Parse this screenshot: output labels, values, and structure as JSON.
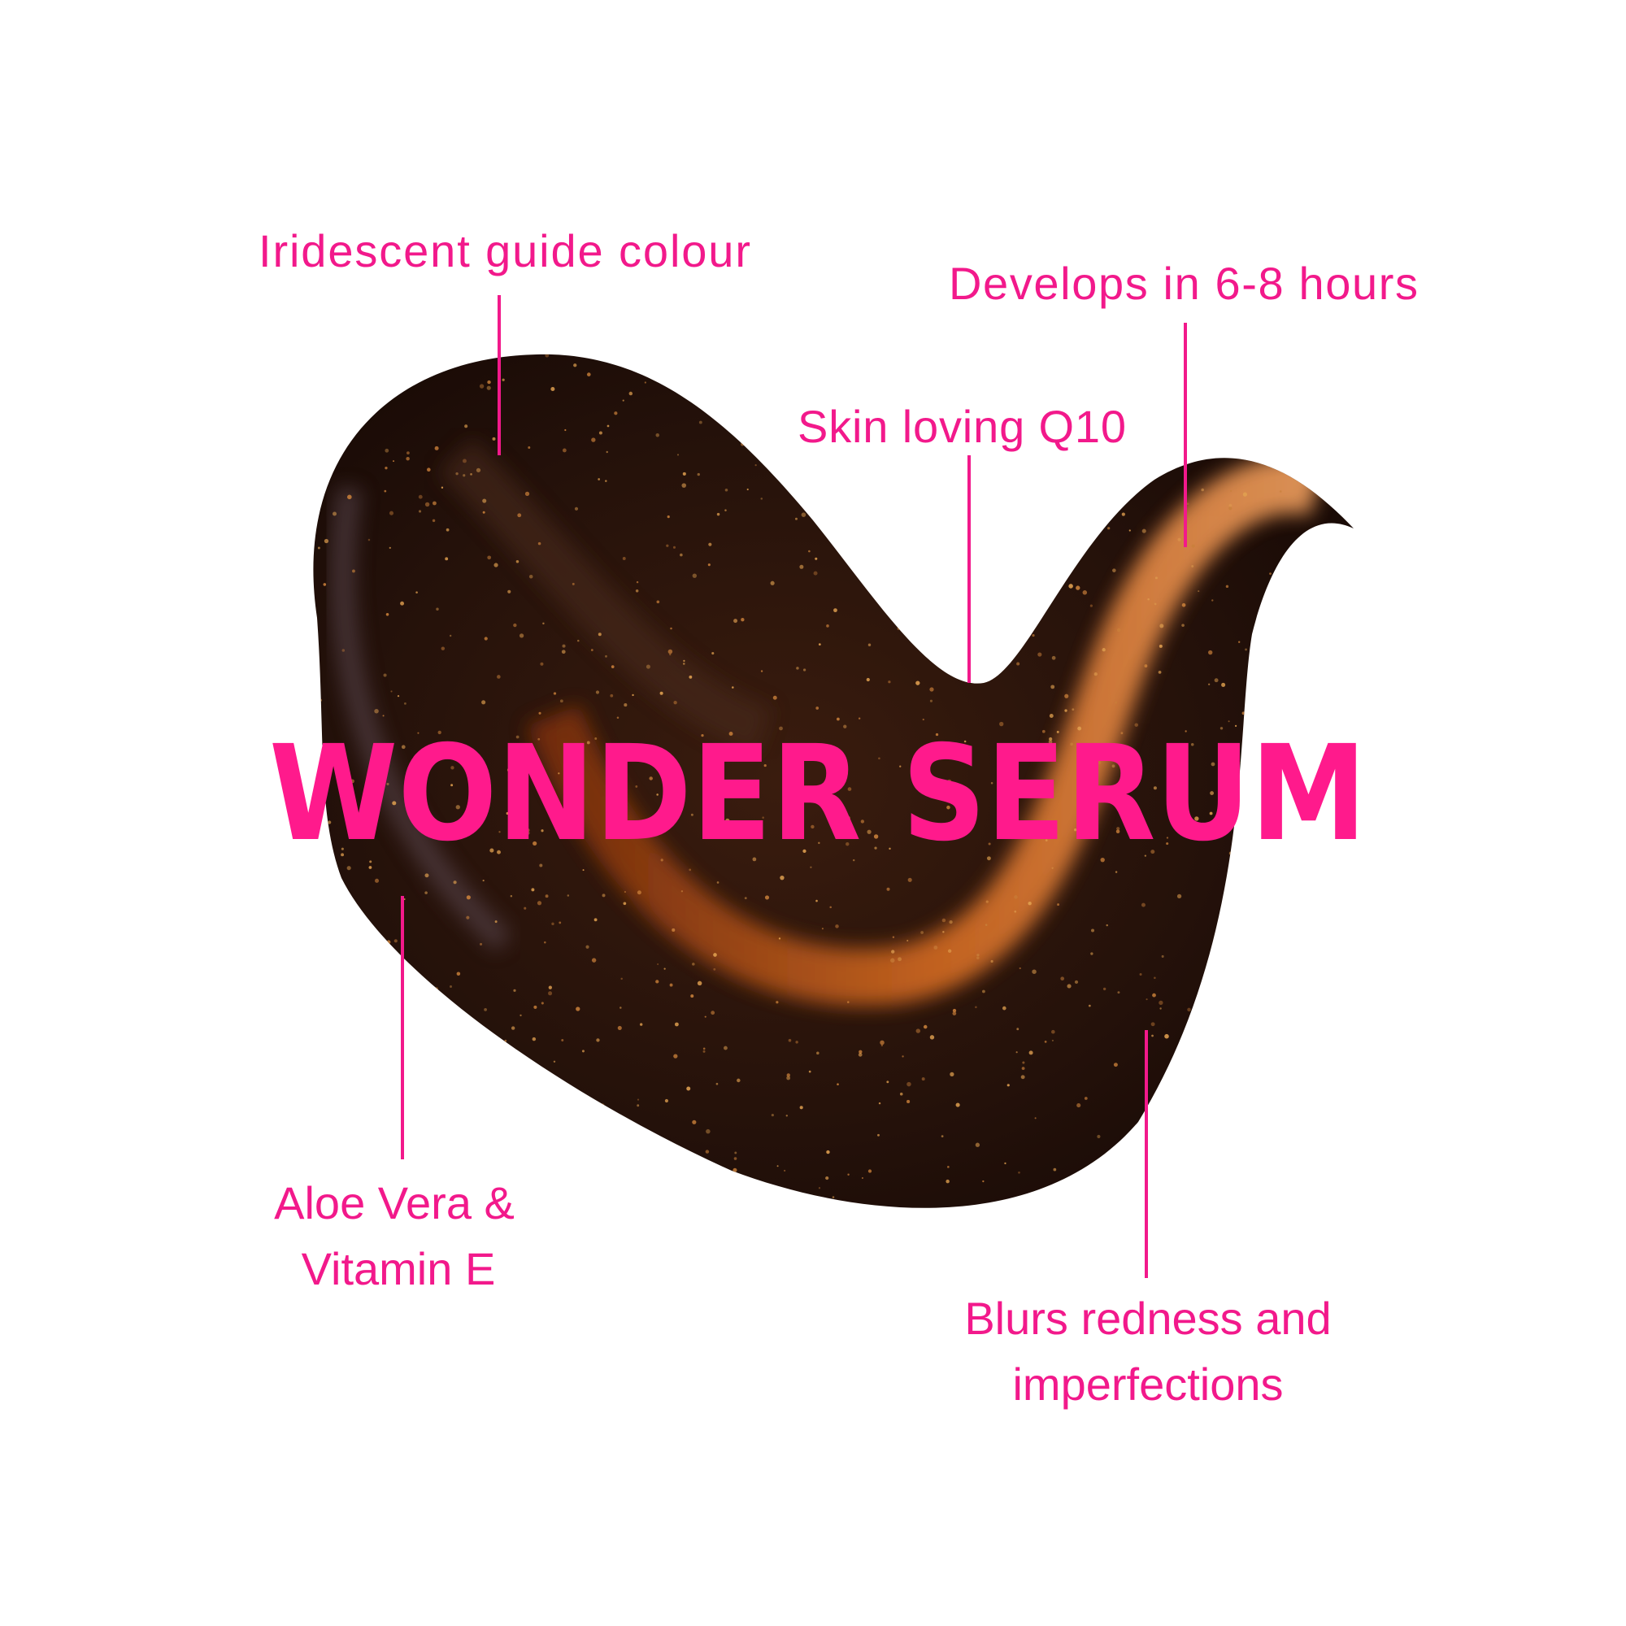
{
  "title": "WONDER SERUM",
  "callouts": {
    "iridescent": "Iridescent guide colour",
    "develops": "Develops in 6-8 hours",
    "q10": "Skin loving Q10",
    "aloe_line1": "Aloe Vera &",
    "aloe_line2": "Vitamin E",
    "blurs_line1": "Blurs redness and",
    "blurs_line2": "imperfections"
  },
  "colors": {
    "accent": "#ff1a8c",
    "serum_dark": "#24110a",
    "serum_orange": "#c8581a"
  }
}
